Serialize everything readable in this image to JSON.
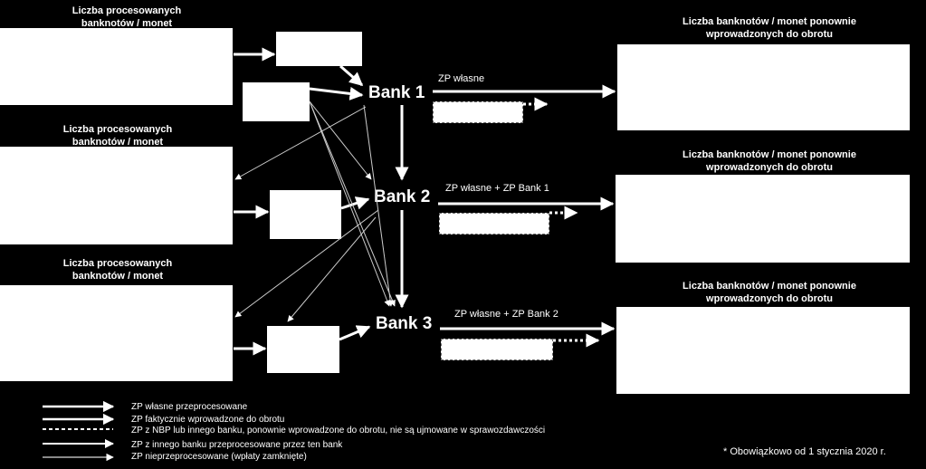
{
  "headers": {
    "left": [
      "Liczba procesowanych banknotów / monet",
      "Liczba procesowanych banknotów / monet",
      "Liczba procesowanych banknotów / monet"
    ],
    "right": [
      "Liczba banknotów / monet ponownie wprowadzonych do obrotu",
      "Liczba banknotów / monet ponownie wprowadzonych do obrotu",
      "Liczba banknotów / monet ponownie wprowadzonych do obrotu"
    ]
  },
  "banks": [
    "Bank 1",
    "Bank 2",
    "Bank 3"
  ],
  "zp_labels": [
    "ZP własne",
    "ZP własne  + ZP Bank 1",
    "ZP własne  + ZP Bank 2"
  ],
  "legend": [
    "ZP własne przeprocesowane",
    "ZP faktycznie wprowadzone do obrotu",
    "ZP z NBP lub innego banku, ponownie wprowadzone do obrotu, nie są ujmowane w sprawozdawczości",
    "ZP z innego banku przeprocesowane przez ten bank",
    "ZP nieprzeprocesowane (wpłaty zamknięte)"
  ],
  "footnote": "* Obowiązkowo  od 1 stycznia 2020 r."
}
